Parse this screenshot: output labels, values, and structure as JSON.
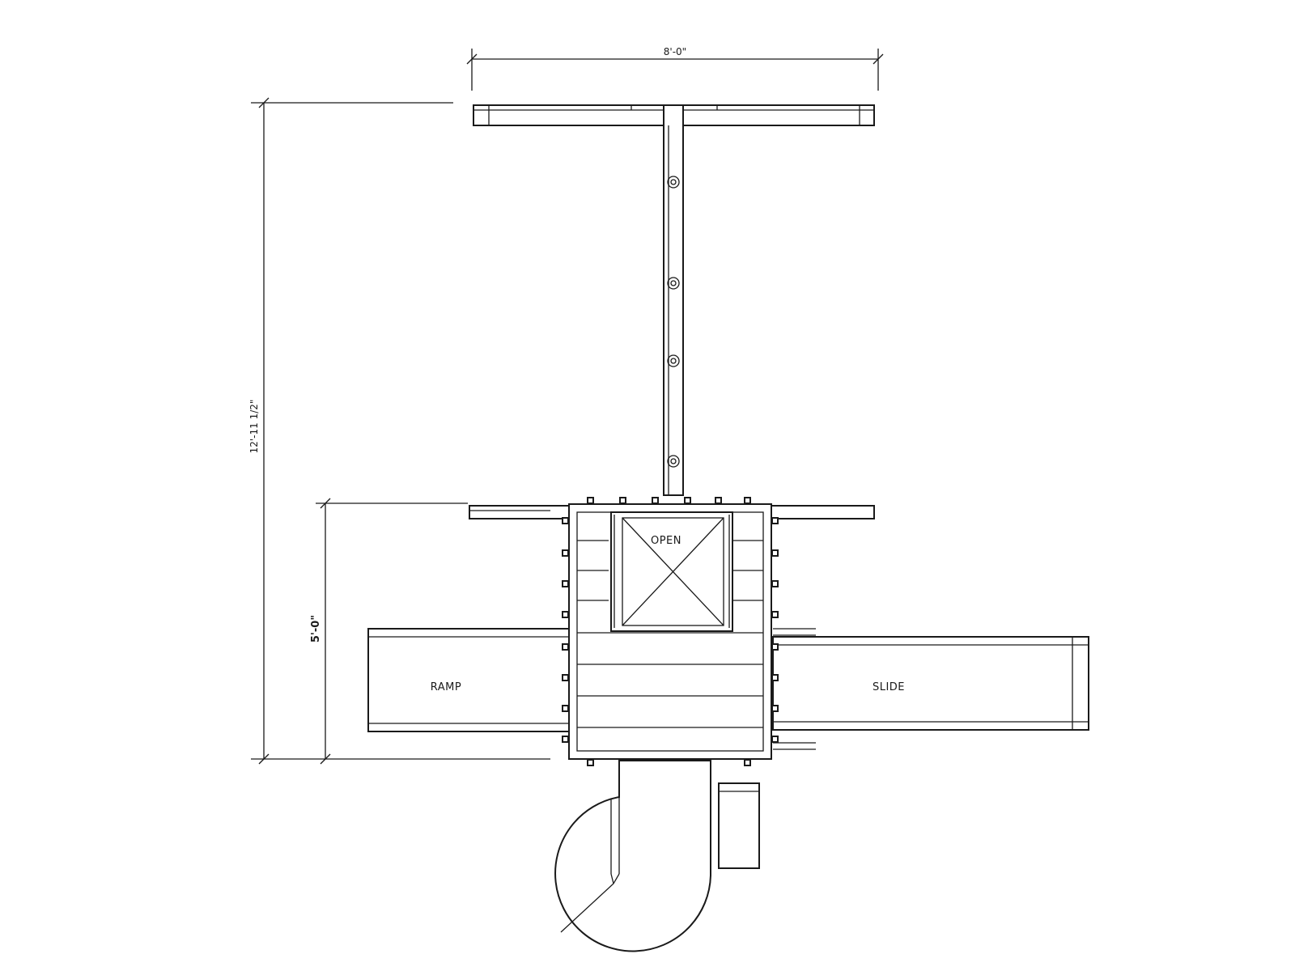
{
  "dimensions": {
    "top_width": "8'-0\"",
    "overall_height": "12'-11 1/2\"",
    "deck_height": "5'-0\""
  },
  "labels": {
    "open": "OPEN",
    "ramp": "RAMP",
    "slide": "SLIDE"
  },
  "colors": {
    "line": "#1a1a1a",
    "background": "#ffffff"
  }
}
